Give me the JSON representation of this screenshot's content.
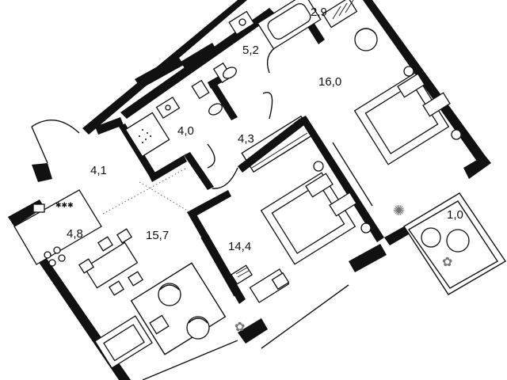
{
  "plan": {
    "rooms": [
      {
        "id": "bathroom-main",
        "area": "5,2"
      },
      {
        "id": "storage",
        "area": "2,9"
      },
      {
        "id": "bedroom-master",
        "area": "16,0"
      },
      {
        "id": "bathroom-small",
        "area": "4,0"
      },
      {
        "id": "corridor",
        "area": "4,3"
      },
      {
        "id": "entry-hall",
        "area": "4,1"
      },
      {
        "id": "kitchen",
        "area": "4,8"
      },
      {
        "id": "living-room",
        "area": "15,7"
      },
      {
        "id": "bedroom-second",
        "area": "14,4"
      },
      {
        "id": "balcony",
        "area": "1,0"
      }
    ]
  },
  "colors": {
    "wall": "#111111",
    "background": "#ffffff",
    "plant": "#777777"
  }
}
